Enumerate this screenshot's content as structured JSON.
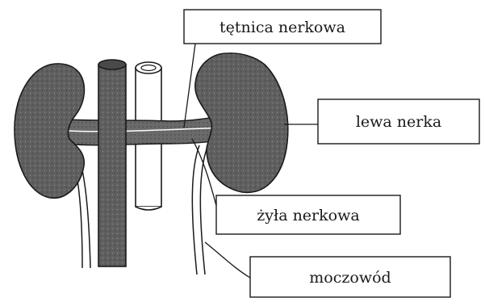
{
  "labels": {
    "renal_artery": "tętnica nerkowa",
    "left_kidney": "lewa nerka",
    "renal_vein": "żyła nerkowa",
    "ureter": "moczowód"
  },
  "colors": {
    "ink": "#1a1a1a",
    "tissue": "#5f5f5f",
    "paper": "#ffffff"
  }
}
